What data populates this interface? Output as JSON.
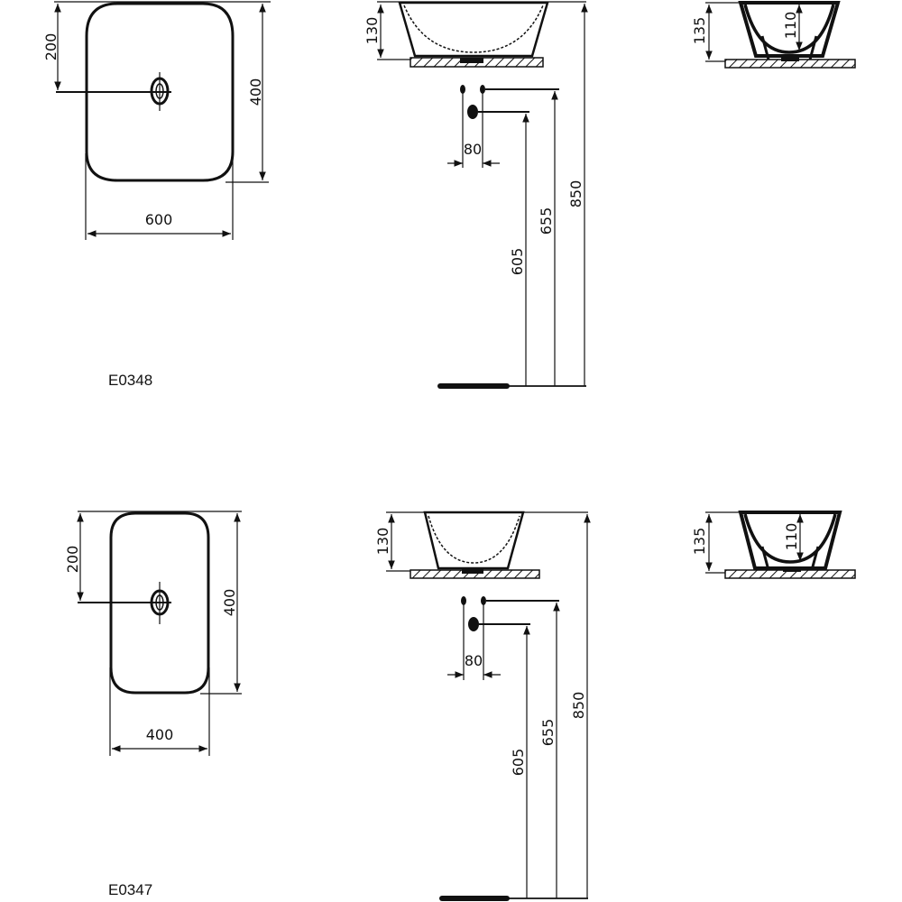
{
  "drawings": [
    {
      "model_code": "E0348",
      "plan_view": {
        "width_label": "600",
        "depth_label": "400",
        "waste_offset_label": "200"
      },
      "front_view": {
        "height_label": "130"
      },
      "side_view": {
        "outer_height_label": "135",
        "inner_depth_label": "110"
      },
      "installation": {
        "pipe_spacing_label": "80",
        "waste_height_label": "605",
        "supply_height_label": "655",
        "top_height_label": "850"
      }
    },
    {
      "model_code": "E0347",
      "plan_view": {
        "width_label": "400",
        "depth_label": "400",
        "waste_offset_label": "200"
      },
      "front_view": {
        "height_label": "130"
      },
      "side_view": {
        "outer_height_label": "135",
        "inner_depth_label": "110"
      },
      "installation": {
        "pipe_spacing_label": "80",
        "waste_height_label": "605",
        "supply_height_label": "655",
        "top_height_label": "850"
      }
    }
  ]
}
